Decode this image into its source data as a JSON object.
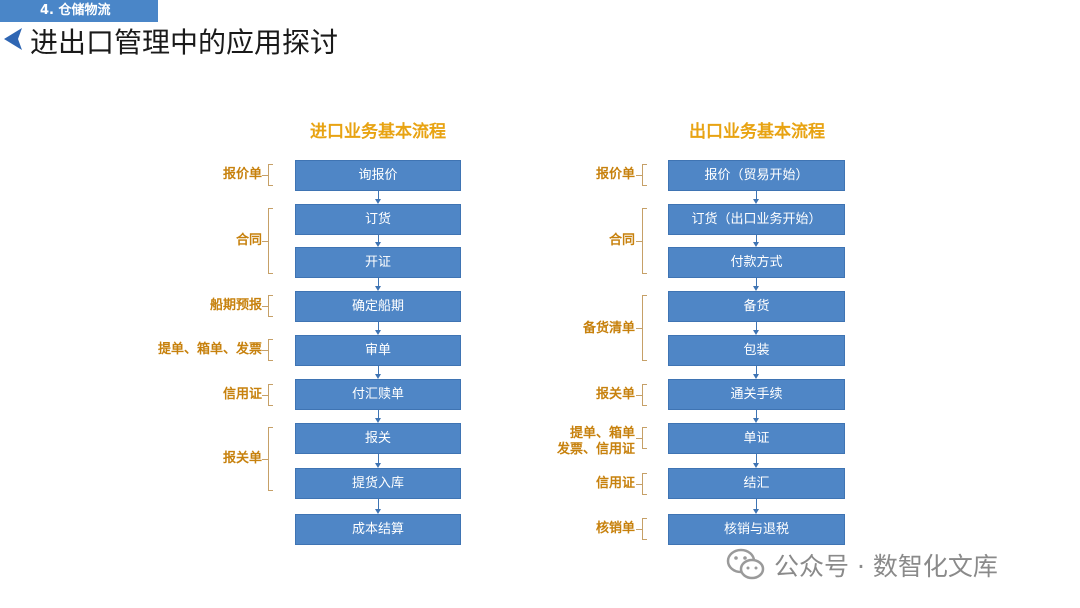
{
  "header": {
    "section_tag": "4. 仓储物流",
    "title": "进出口管理中的应用探讨"
  },
  "import_flow": {
    "title": "进口业务基本流程",
    "steps": [
      "询报价",
      "订货",
      "开证",
      "确定船期",
      "审单",
      "付汇赎单",
      "报关",
      "提货入库",
      "成本结算"
    ],
    "documents": [
      "报价单",
      "合同",
      "船期预报",
      "提单、箱单、发票",
      "信用证",
      "报关单"
    ]
  },
  "export_flow": {
    "title": "出口业务基本流程",
    "steps": [
      "报价（贸易开始）",
      "订货（出口业务开始）",
      "付款方式",
      "备货",
      "包装",
      "通关手续",
      "单证",
      "结汇",
      "核销与退税"
    ],
    "documents": [
      "报价单",
      "合同",
      "备货清单",
      "报关单",
      "提单、箱单",
      "发票、信用证",
      "信用证",
      "核销单"
    ]
  },
  "watermark": {
    "text": "公众号 · 数智化文库",
    "icon": "wechat-icon"
  },
  "colors": {
    "box": "#4f86c6",
    "label": "#c7810d",
    "flow_title": "#e8a312",
    "tag": "#4a86c8"
  }
}
